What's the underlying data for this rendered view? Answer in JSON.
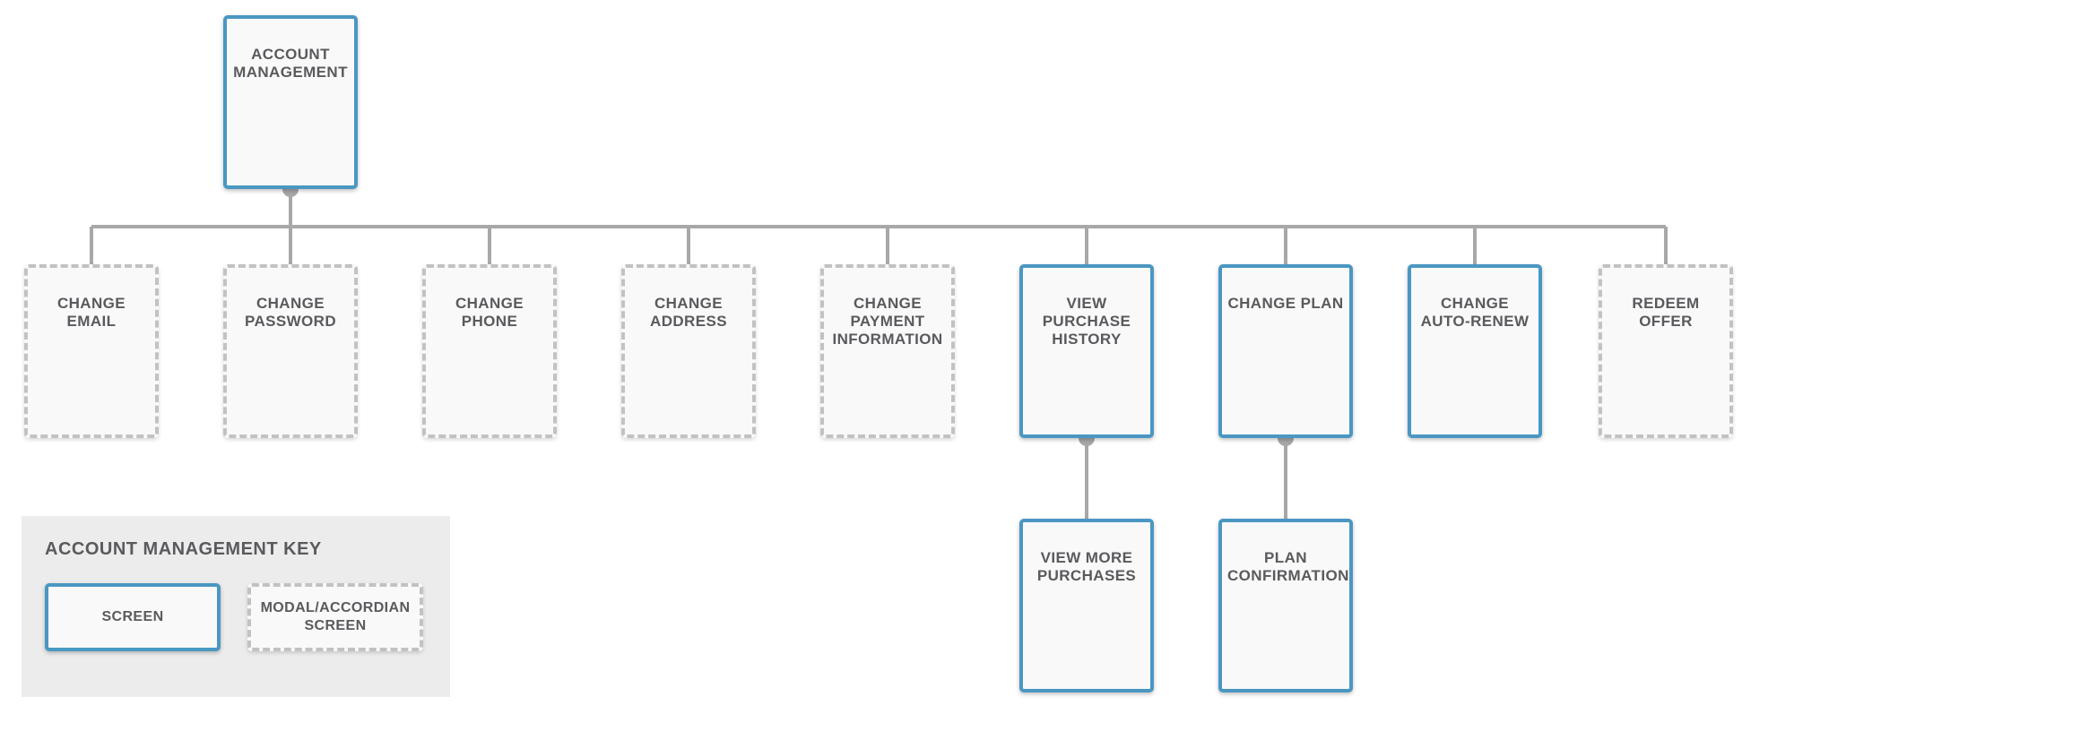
{
  "colors": {
    "screen_border": "#4a97c2",
    "modal_border": "#c2c2c2",
    "connector": "#a8a8a8",
    "text": "#5a5a5e",
    "key_background": "#ececec"
  },
  "nodes": {
    "root": {
      "label": "ACCOUNT MANAGEMENT",
      "kind": "screen"
    },
    "change_email": {
      "label": "CHANGE EMAIL",
      "kind": "modal"
    },
    "change_password": {
      "label": "CHANGE PASSWORD",
      "kind": "modal"
    },
    "change_phone": {
      "label": "CHANGE PHONE",
      "kind": "modal"
    },
    "change_address": {
      "label": "CHANGE ADDRESS",
      "kind": "modal"
    },
    "change_payment": {
      "label": "CHANGE PAYMENT INFORMATION",
      "kind": "modal"
    },
    "view_purchase_history": {
      "label": "VIEW PURCHASE HISTORY",
      "kind": "screen"
    },
    "change_plan": {
      "label": "CHANGE PLAN",
      "kind": "screen"
    },
    "change_auto_renew": {
      "label": "CHANGE AUTO-RENEW",
      "kind": "screen"
    },
    "redeem_offer": {
      "label": "REDEEM OFFER",
      "kind": "modal"
    },
    "view_more_purchases": {
      "label": "VIEW MORE PURCHASES",
      "kind": "screen"
    },
    "plan_confirmation": {
      "label": "PLAN CONFIRMATION",
      "kind": "screen"
    }
  },
  "edges": [
    [
      "root",
      "change_email"
    ],
    [
      "root",
      "change_password"
    ],
    [
      "root",
      "change_phone"
    ],
    [
      "root",
      "change_address"
    ],
    [
      "root",
      "change_payment"
    ],
    [
      "root",
      "view_purchase_history"
    ],
    [
      "root",
      "change_plan"
    ],
    [
      "root",
      "change_auto_renew"
    ],
    [
      "root",
      "redeem_offer"
    ],
    [
      "view_purchase_history",
      "view_more_purchases"
    ],
    [
      "change_plan",
      "plan_confirmation"
    ]
  ],
  "key": {
    "title": "ACCOUNT MANAGEMENT KEY",
    "screen_label": "SCREEN",
    "modal_label": "MODAL/ACCORDIAN SCREEN"
  }
}
